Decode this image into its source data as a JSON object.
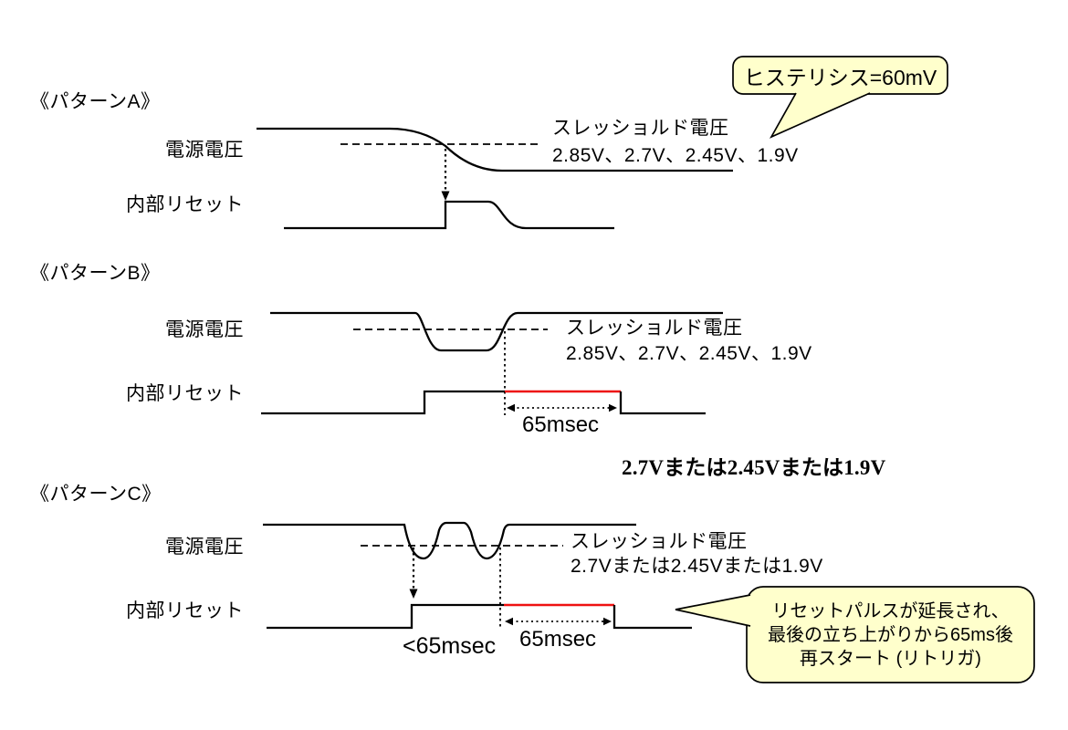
{
  "pattern_a": {
    "title": "《パターンA》",
    "supply_label": "電源電圧",
    "reset_label": "内部リセット",
    "threshold_title": "スレッショルド電圧",
    "threshold_values": "2.85V、2.7V、2.45V、1.9V"
  },
  "pattern_b": {
    "title": "《パターンB》",
    "supply_label": "電源電圧",
    "reset_label": "内部リセット",
    "threshold_title": "スレッショルド電圧",
    "threshold_values": "2.85V、2.7V、2.45V、1.9V",
    "duration": "65msec",
    "voltage_note": "2.7Vまたは2.45Vまたは1.9V"
  },
  "pattern_c": {
    "title": "《パターンC》",
    "supply_label": "電源電圧",
    "reset_label": "内部リセット",
    "threshold_title": "スレッショルド電圧",
    "threshold_values": "2.7Vまたは2.45Vまたは1.9V",
    "short_duration": "<65msec",
    "duration": "65msec"
  },
  "callouts": {
    "hysteresis": "ヒステリシス=60mV",
    "retrigger_line1": "リセットパルスが延長され、",
    "retrigger_line2": "最後の立ち上がりから65ms後",
    "retrigger_line3": "再スタート (リトリガ)"
  },
  "colors": {
    "highlight_red": "#ee1111",
    "callout_fill": "#ffffcc",
    "line_black": "#000000"
  }
}
